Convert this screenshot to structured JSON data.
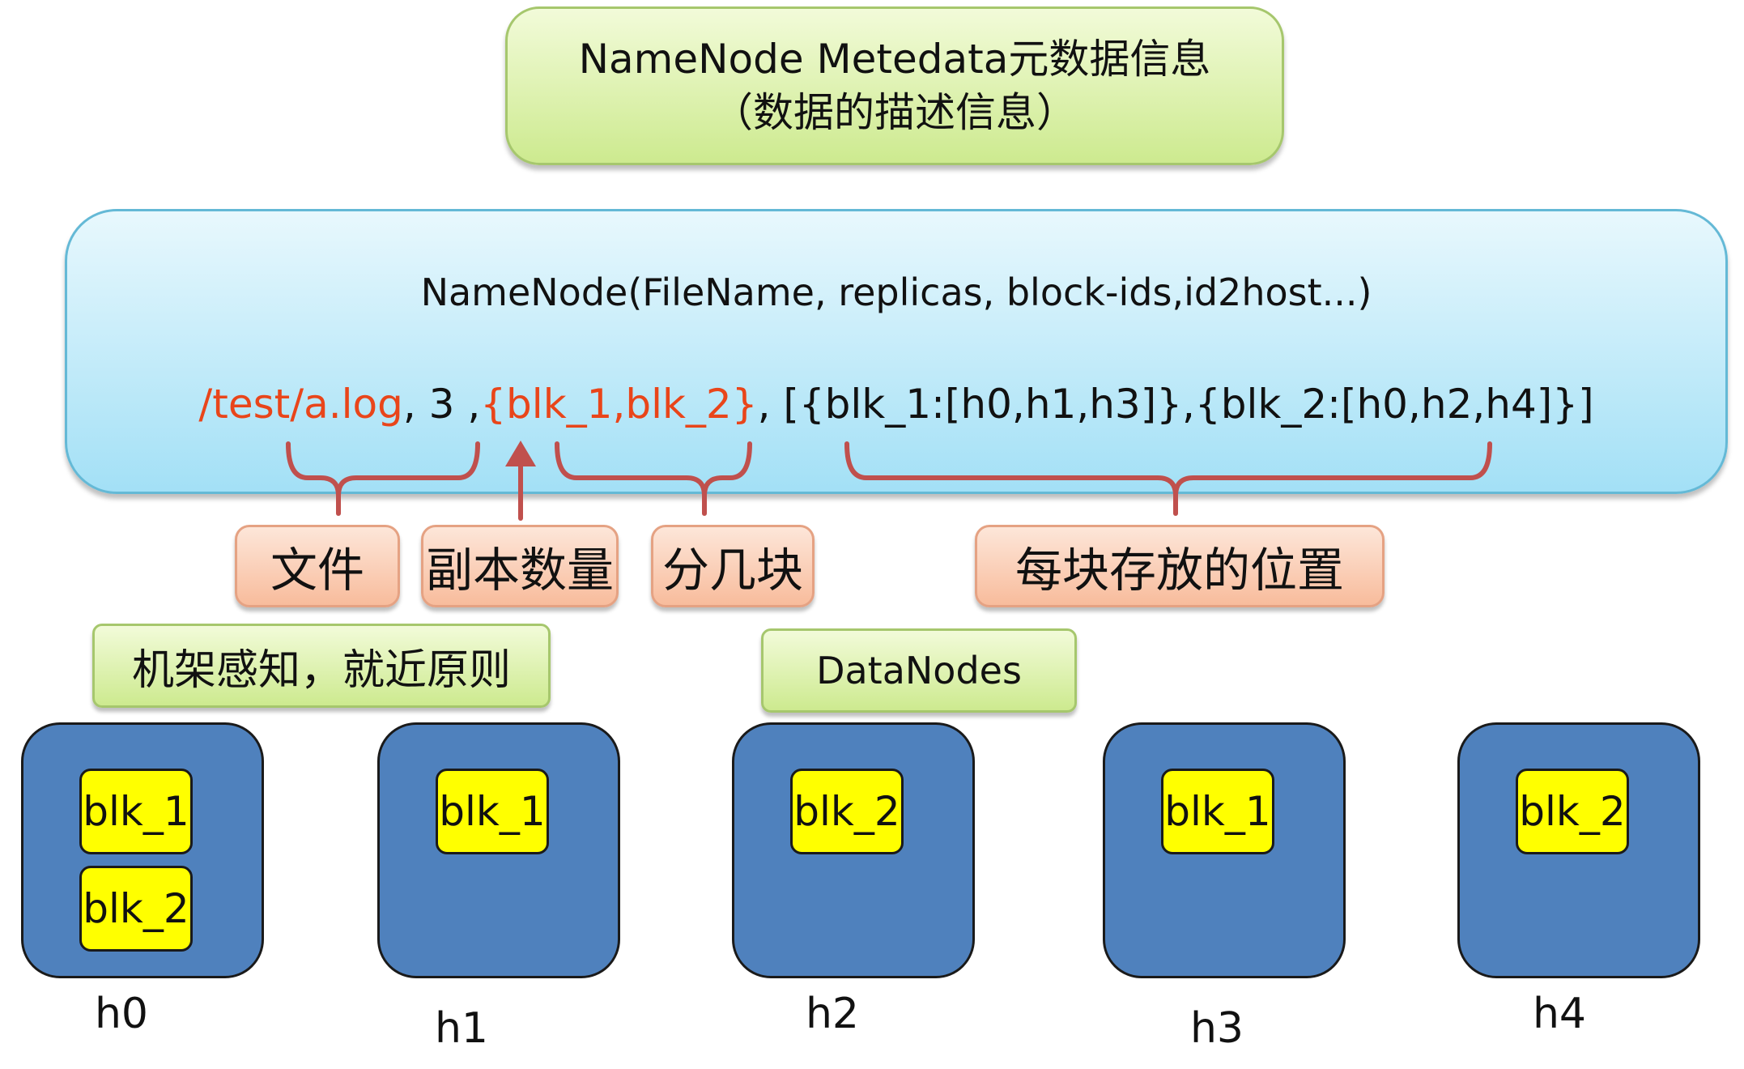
{
  "header": {
    "line1": "NameNode Metedata元数据信息",
    "line2": "（数据的描述信息）"
  },
  "namenode": {
    "signature": "NameNode(FileName, replicas, block-ids,id2host...)",
    "file": "/test/a.log",
    "sep1": ", ",
    "replicas": "3 ,",
    "blocks": "{blk_1,blk_2}",
    "sep2": ", ",
    "mapping": "[{blk_1:[h0,h1,h3]},{blk_2:[h0,h2,h4]}]"
  },
  "annotations": {
    "file": "文件",
    "replicas": "副本数量",
    "blocks": "分几块",
    "locations": "每块存放的位置"
  },
  "rack_note": "机架感知，就近原则",
  "datanodes_label": "DataNodes",
  "colors": {
    "highlight": "#e9451a",
    "bracket": "#c0504d",
    "node": "#4f81bd",
    "block": "#ffff00"
  },
  "nodes": [
    {
      "name": "h0",
      "blocks": [
        "blk_1",
        "blk_2"
      ]
    },
    {
      "name": "h1",
      "blocks": [
        "blk_1"
      ]
    },
    {
      "name": "h2",
      "blocks": [
        "blk_2"
      ]
    },
    {
      "name": "h3",
      "blocks": [
        "blk_1"
      ]
    },
    {
      "name": "h4",
      "blocks": [
        "blk_2"
      ]
    }
  ]
}
